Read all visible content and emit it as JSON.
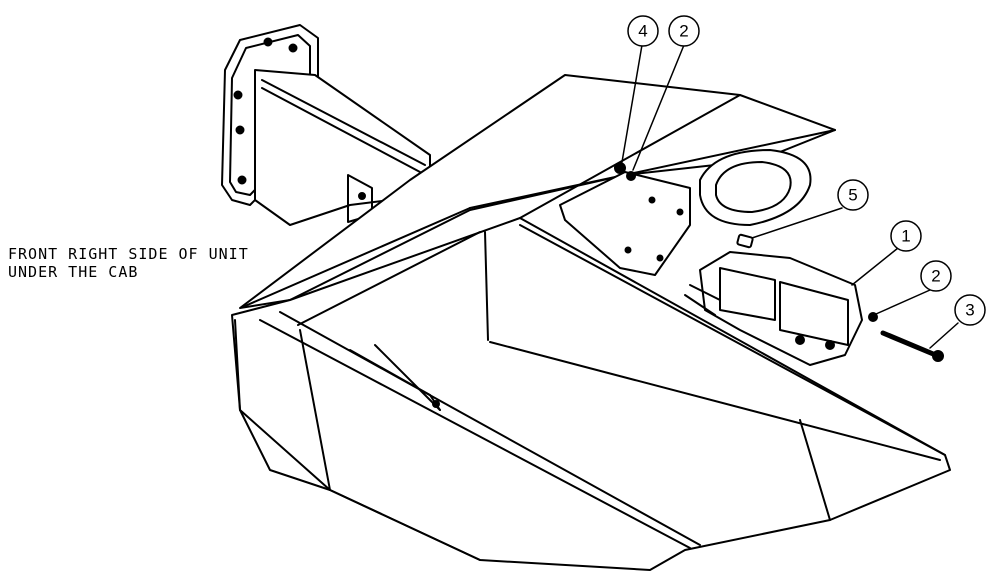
{
  "caption": {
    "line1": "FRONT RIGHT SIDE OF UNIT",
    "line2": "UNDER THE CAB"
  },
  "callouts": [
    {
      "id": "callout-4",
      "label": "4"
    },
    {
      "id": "callout-2-top",
      "label": "2"
    },
    {
      "id": "callout-5",
      "label": "5"
    },
    {
      "id": "callout-1",
      "label": "1"
    },
    {
      "id": "callout-2-right",
      "label": "2"
    },
    {
      "id": "callout-3",
      "label": "3"
    }
  ],
  "colors": {
    "line": "#000000",
    "background": "#ffffff"
  }
}
